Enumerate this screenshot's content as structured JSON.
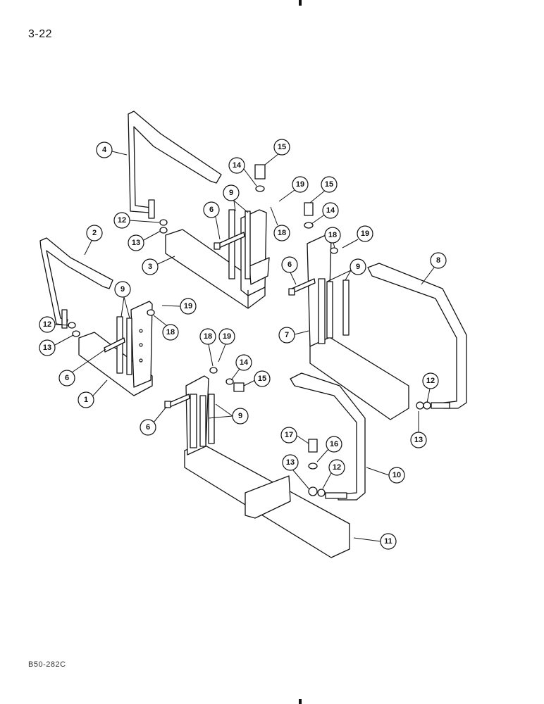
{
  "page": {
    "number": "3-22",
    "figure_code": "B50-282C"
  },
  "callouts": [
    {
      "id": "c4",
      "label": "4"
    },
    {
      "id": "c15a",
      "label": "15"
    },
    {
      "id": "c14a",
      "label": "14"
    },
    {
      "id": "c19a",
      "label": "19"
    },
    {
      "id": "c9a",
      "label": "9"
    },
    {
      "id": "c15b",
      "label": "15"
    },
    {
      "id": "c6a",
      "label": "6"
    },
    {
      "id": "c12a",
      "label": "12"
    },
    {
      "id": "c14b",
      "label": "14"
    },
    {
      "id": "c18a",
      "label": "18"
    },
    {
      "id": "c13a",
      "label": "13"
    },
    {
      "id": "c2",
      "label": "2"
    },
    {
      "id": "c18b",
      "label": "18"
    },
    {
      "id": "c19b",
      "label": "19"
    },
    {
      "id": "c3",
      "label": "3"
    },
    {
      "id": "c8",
      "label": "8"
    },
    {
      "id": "c6b",
      "label": "6"
    },
    {
      "id": "c9b",
      "label": "9"
    },
    {
      "id": "c9c",
      "label": "9"
    },
    {
      "id": "c19c",
      "label": "19"
    },
    {
      "id": "c12b",
      "label": "12"
    },
    {
      "id": "c18c",
      "label": "18"
    },
    {
      "id": "c7",
      "label": "7"
    },
    {
      "id": "c13b",
      "label": "13"
    },
    {
      "id": "c18d",
      "label": "18"
    },
    {
      "id": "c19d",
      "label": "19"
    },
    {
      "id": "c14c",
      "label": "14"
    },
    {
      "id": "c6c",
      "label": "6"
    },
    {
      "id": "c15c",
      "label": "15"
    },
    {
      "id": "c1",
      "label": "1"
    },
    {
      "id": "c12c",
      "label": "12"
    },
    {
      "id": "c9d",
      "label": "9"
    },
    {
      "id": "c6d",
      "label": "6"
    },
    {
      "id": "c13c",
      "label": "13"
    },
    {
      "id": "c17",
      "label": "17"
    },
    {
      "id": "c16",
      "label": "16"
    },
    {
      "id": "c13d",
      "label": "13"
    },
    {
      "id": "c12d",
      "label": "12"
    },
    {
      "id": "c10",
      "label": "10"
    },
    {
      "id": "c11",
      "label": "11"
    }
  ]
}
